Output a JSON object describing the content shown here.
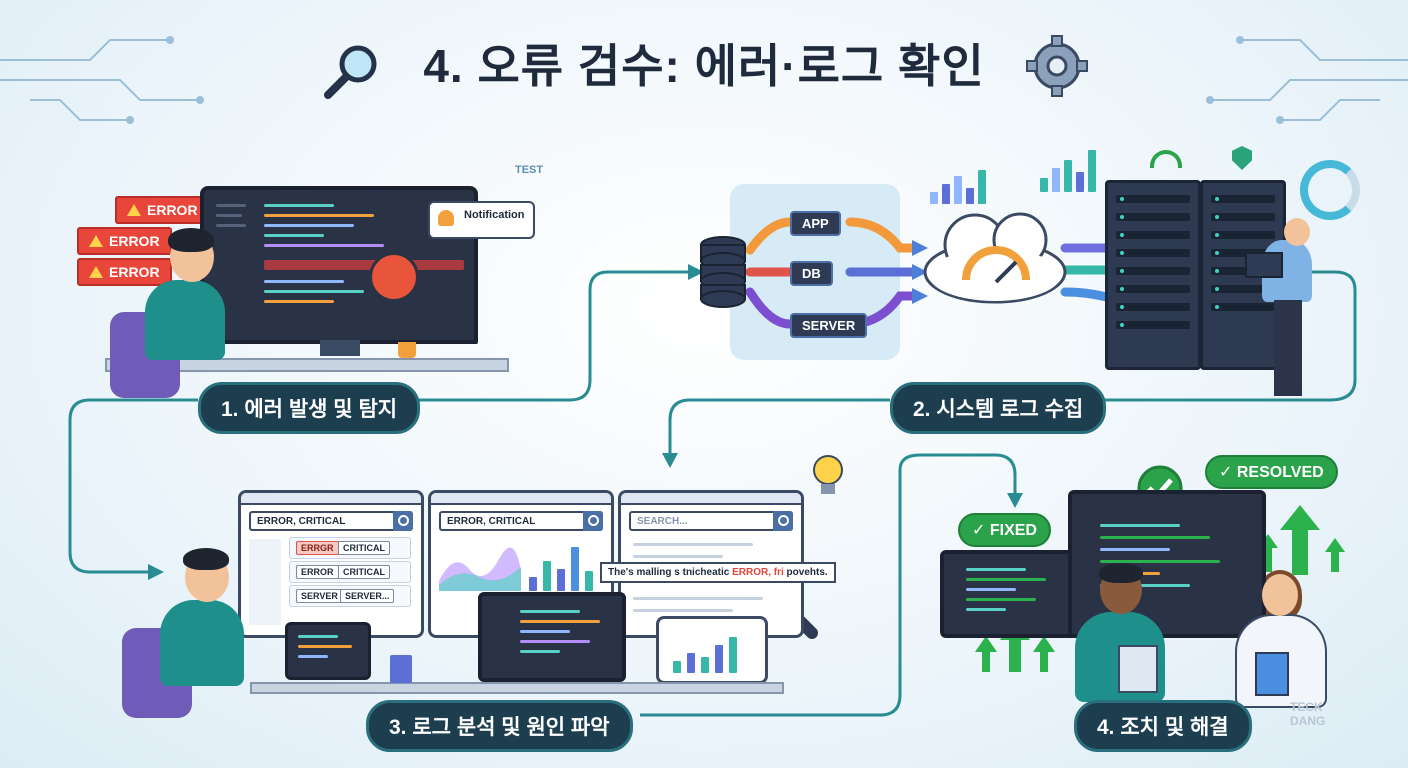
{
  "title": "4. 오류 검수: 에러·로그 확인",
  "steps": {
    "s1": "1. 에러 발생 및 탐지",
    "s2": "2. 시스템 로그 수집",
    "s3": "3. 로그 분석 및 원인 파악",
    "s4": "4. 조치 및 해결"
  },
  "stage1": {
    "errors": [
      "ERROR",
      "ERROR",
      "ERROR"
    ],
    "notification": "Notification",
    "test_label": "TEST"
  },
  "stage2": {
    "sources": [
      "APP",
      "DB",
      "SERVER"
    ]
  },
  "stage3": {
    "panel1_search": "ERROR, CRITICAL",
    "panel2_search": "ERROR, CRITICAL",
    "panel3_search": "SEARCH...",
    "rows": [
      [
        "ERRGR",
        "CRITICAL"
      ],
      [
        "ERROR",
        "CRITICAL"
      ],
      [
        "SERVER",
        "SERVER..."
      ]
    ],
    "snippet_before": "The's malling s tnicheatic",
    "snippet_highlight": "ERROR, fri",
    "snippet_after": "povehts."
  },
  "stage4": {
    "fixed": "FIXED",
    "resolved": "RESOLVED"
  },
  "watermark": "TECK DANG",
  "colors": {
    "accent": "#1f8f8c",
    "error": "#e8453b",
    "success": "#2aa34a",
    "pill": "#1c3e4e"
  }
}
